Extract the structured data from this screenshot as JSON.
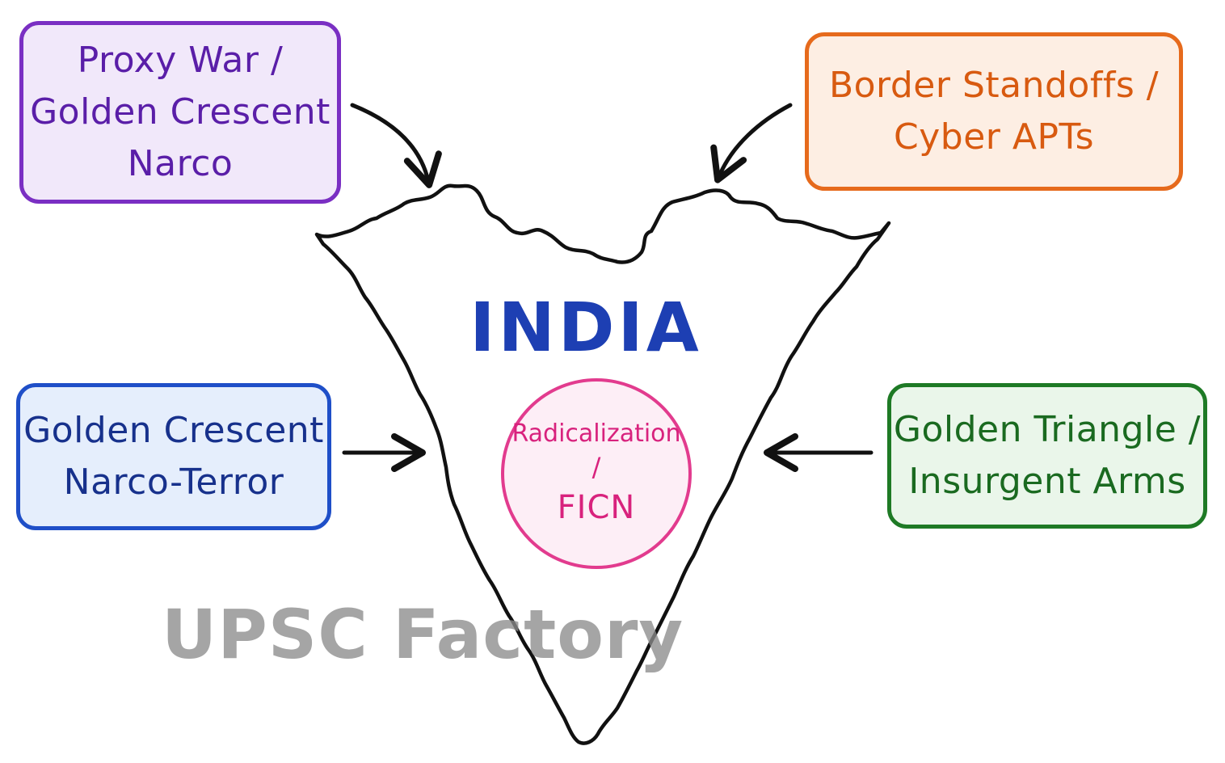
{
  "center": {
    "title": "INDIA",
    "core_line1": "Radicalization",
    "core_line2": "/",
    "core_line3": "FICN"
  },
  "boxes": {
    "top_left": [
      "Proxy War /",
      "Golden Crescent",
      "Narco"
    ],
    "top_right": [
      "Border Standoffs /",
      "Cyber APTs"
    ],
    "bottom_left": [
      "Golden Crescent",
      "Narco-Terror"
    ],
    "bottom_right": [
      "Golden Triangle /",
      "Insurgent Arms"
    ]
  },
  "watermark": "UPSC Factory",
  "colors": {
    "top_left": "#7a2fc3",
    "top_right": "#e66a1c",
    "bottom_left": "#1f4fc8",
    "bottom_right": "#1e7a25",
    "title": "#1d3fb3",
    "core": "#e23b8e",
    "outline": "#111111"
  }
}
